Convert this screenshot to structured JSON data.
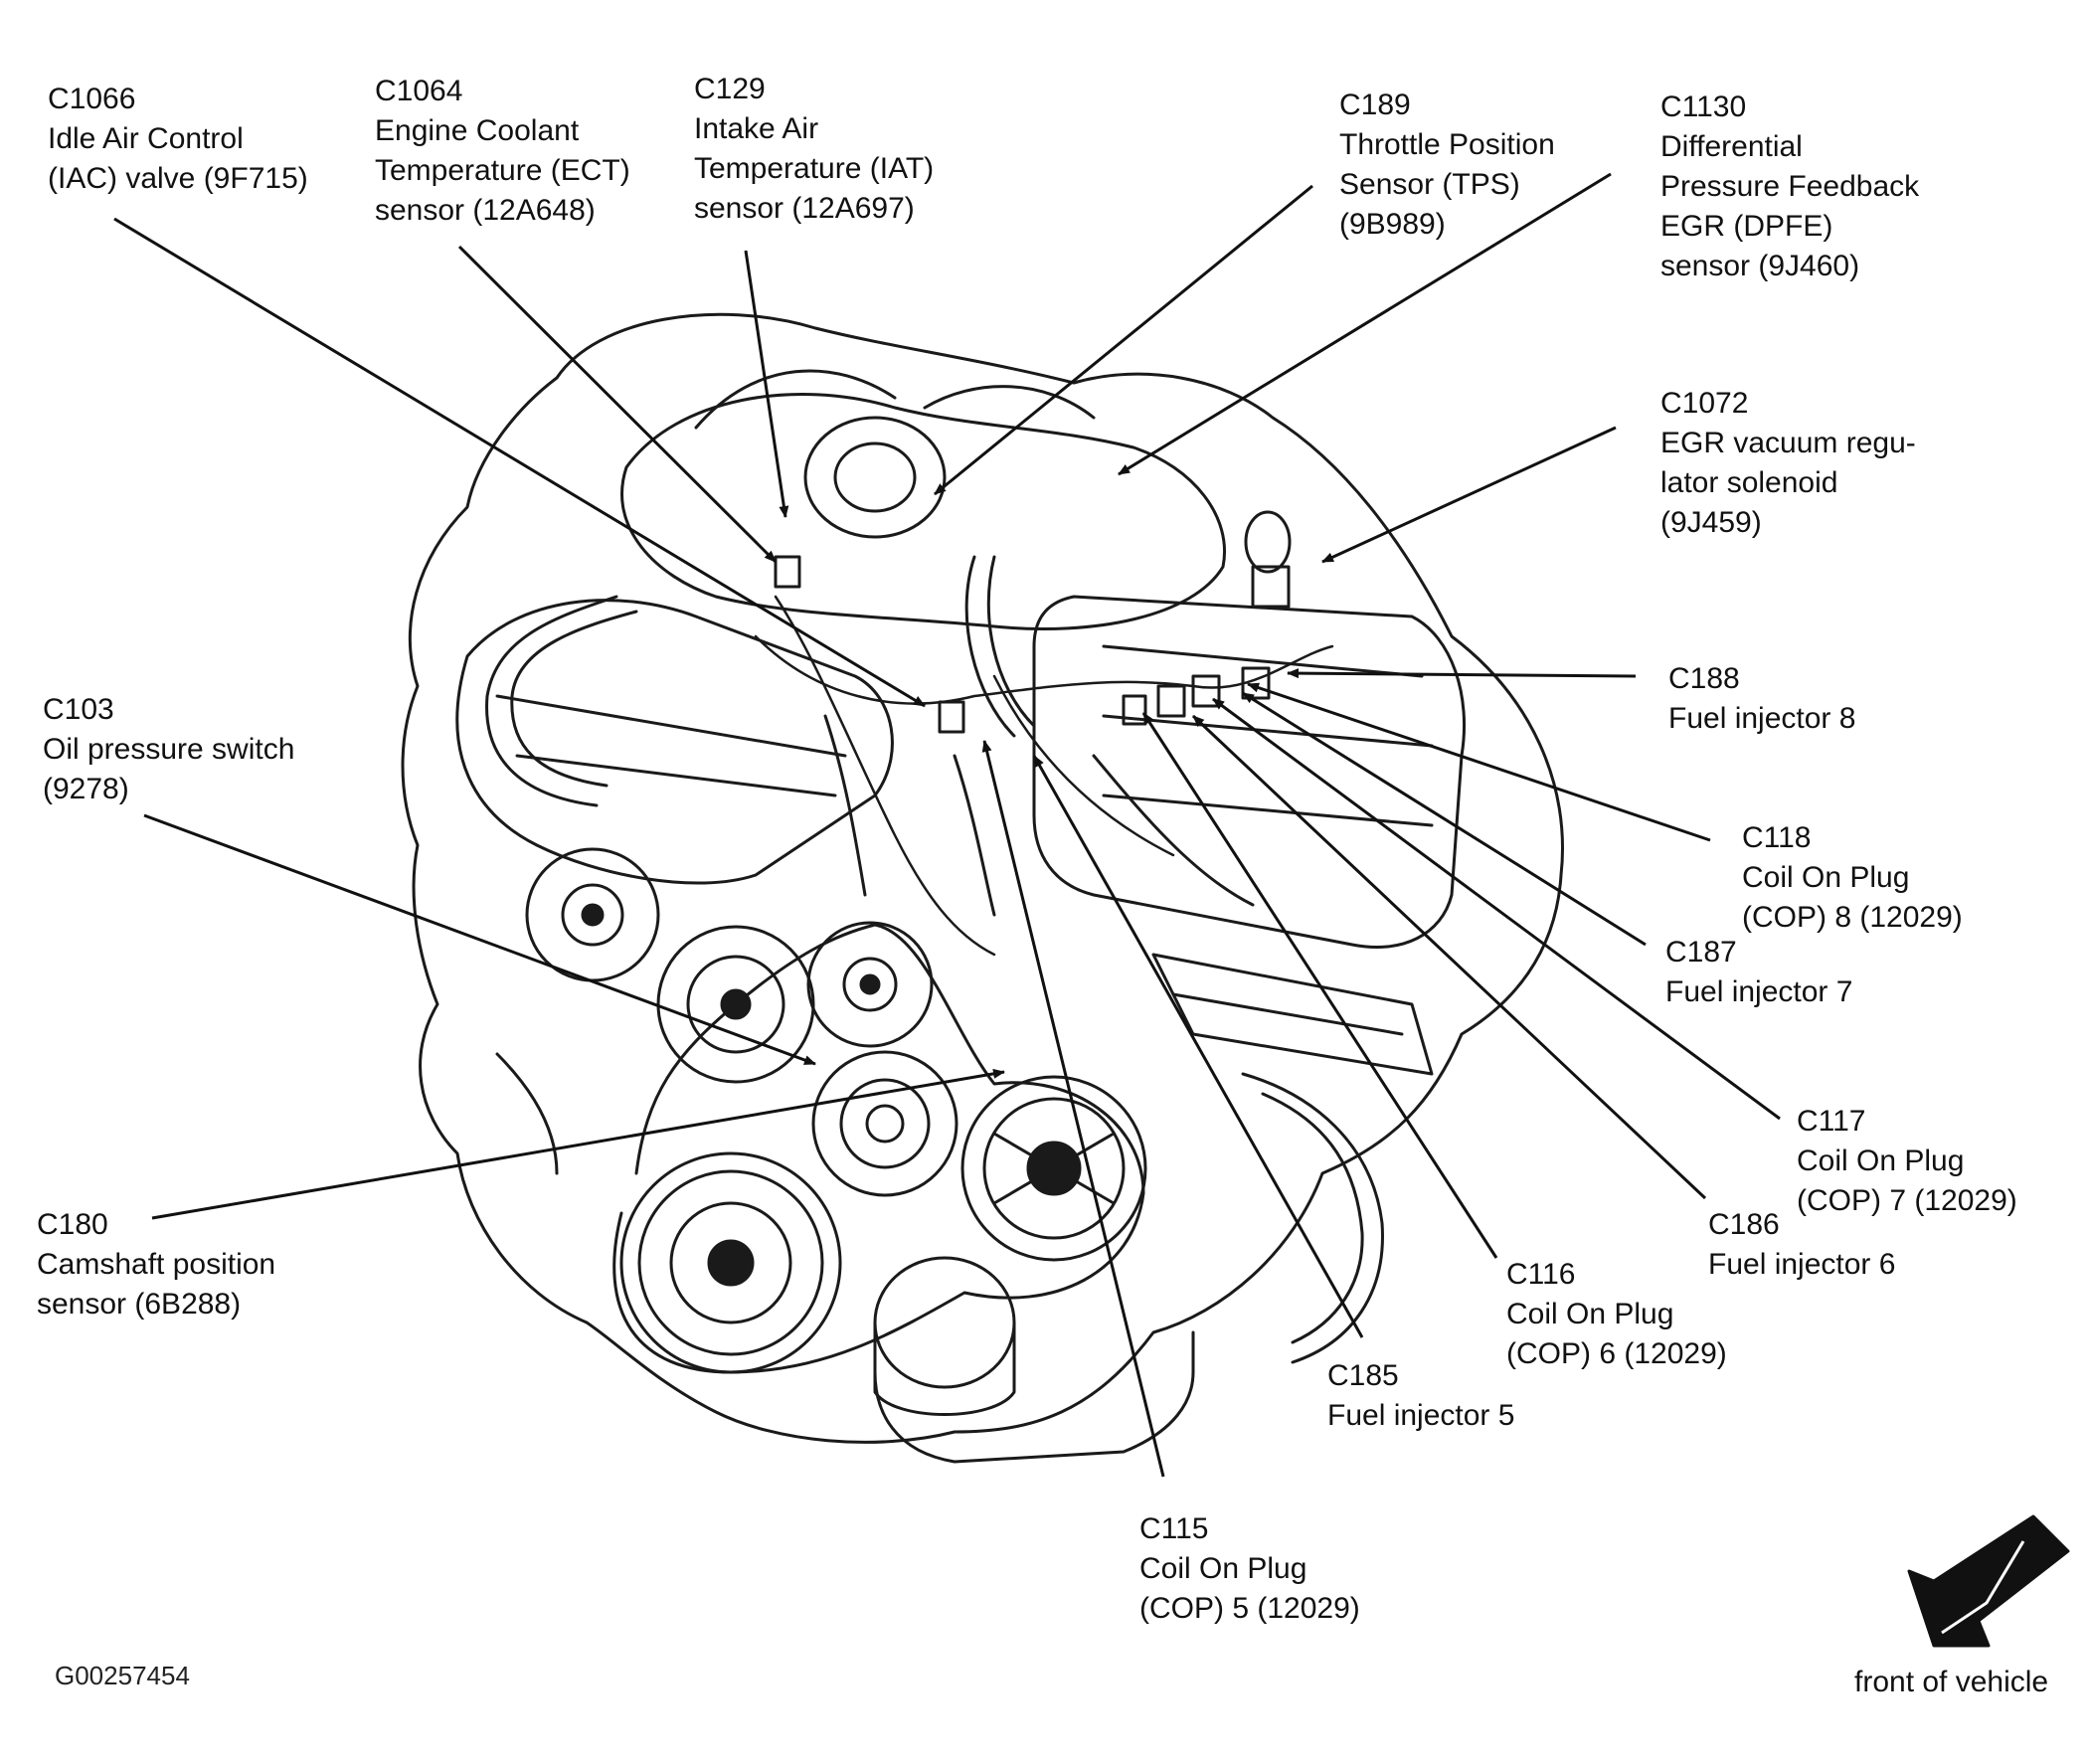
{
  "callouts": [
    {
      "id": "C1066",
      "lines": [
        "Idle Air Control",
        "(IAC) valve (9F715)"
      ]
    },
    {
      "id": "C1064",
      "lines": [
        "Engine Coolant",
        "Temperature (ECT)",
        "sensor (12A648)"
      ]
    },
    {
      "id": "C129",
      "lines": [
        "Intake Air",
        "Temperature (IAT)",
        "sensor (12A697)"
      ]
    },
    {
      "id": "C189",
      "lines": [
        "Throttle Position",
        "Sensor (TPS)",
        "(9B989)"
      ]
    },
    {
      "id": "C1130",
      "lines": [
        "Differential",
        "Pressure Feedback",
        "EGR (DPFE)",
        "sensor (9J460)"
      ]
    },
    {
      "id": "C1072",
      "lines": [
        "EGR vacuum regu-",
        "lator solenoid",
        "(9J459)"
      ]
    },
    {
      "id": "C188",
      "lines": [
        "Fuel injector 8"
      ]
    },
    {
      "id": "C118",
      "lines": [
        "Coil On Plug",
        "(COP) 8 (12029)"
      ]
    },
    {
      "id": "C187",
      "lines": [
        "Fuel injector 7"
      ]
    },
    {
      "id": "C117",
      "lines": [
        "Coil On Plug",
        "(COP) 7 (12029)"
      ]
    },
    {
      "id": "C186",
      "lines": [
        "Fuel injector 6"
      ]
    },
    {
      "id": "C116",
      "lines": [
        "Coil On Plug",
        "(COP) 6 (12029)"
      ]
    },
    {
      "id": "C185",
      "lines": [
        "Fuel injector 5"
      ]
    },
    {
      "id": "C115",
      "lines": [
        "Coil On Plug",
        "(COP) 5 (12029)"
      ]
    },
    {
      "id": "C103",
      "lines": [
        "Oil pressure switch",
        "(9278)"
      ]
    },
    {
      "id": "C180",
      "lines": [
        "Camshaft position",
        "sensor (6B288)"
      ]
    }
  ],
  "figure_id": "G00257454",
  "front_label": "front of vehicle",
  "front_arrow_icon": "arrow-down-left-icon",
  "ink_color": "#111111"
}
